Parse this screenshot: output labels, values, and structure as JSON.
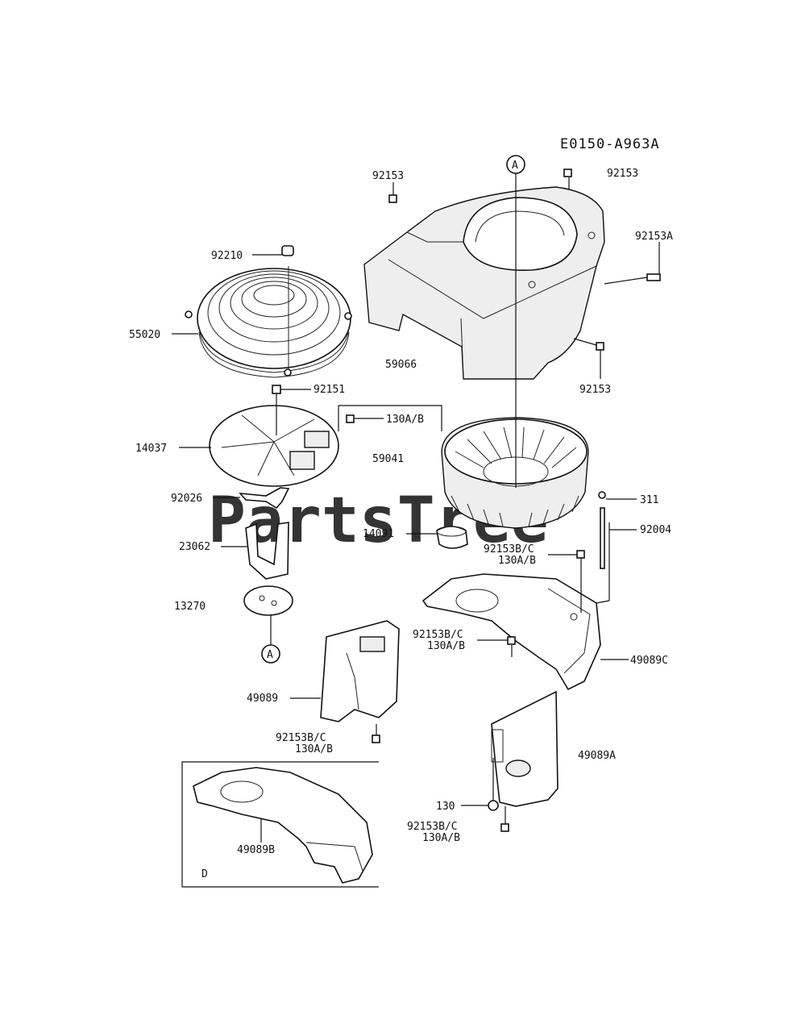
{
  "diagram_code": "E0150-A963A",
  "watermark": "PartsTree",
  "ref_marker": "A",
  "inset_marker": "D",
  "parts": {
    "p92153_top_left": "92153",
    "p92153_top_right": "92153",
    "p92153A": "92153A",
    "p92210": "92210",
    "p55020": "55020",
    "p59066": "59066",
    "p92153_mid": "92153",
    "p92151": "92151",
    "p130AB_top": "130A/B",
    "p14037": "14037",
    "p59041": "59041",
    "p92026": "92026",
    "p311": "311",
    "p14091": "14091",
    "p92004": "92004",
    "p23062": "23062",
    "p92153BC_1": "92153B/C",
    "p130AB_1": "130A/B",
    "p13270": "13270",
    "p92153BC_2": "92153B/C",
    "p130AB_2": "130A/B",
    "p49089C": "49089C",
    "p49089": "49089",
    "p92153BC_3": "92153B/C",
    "p130AB_3": "130A/B",
    "p49089A": "49089A",
    "p130": "130",
    "p92153BC_4": "92153B/C",
    "p130AB_4": "130A/B",
    "p49089B": "49089B"
  }
}
